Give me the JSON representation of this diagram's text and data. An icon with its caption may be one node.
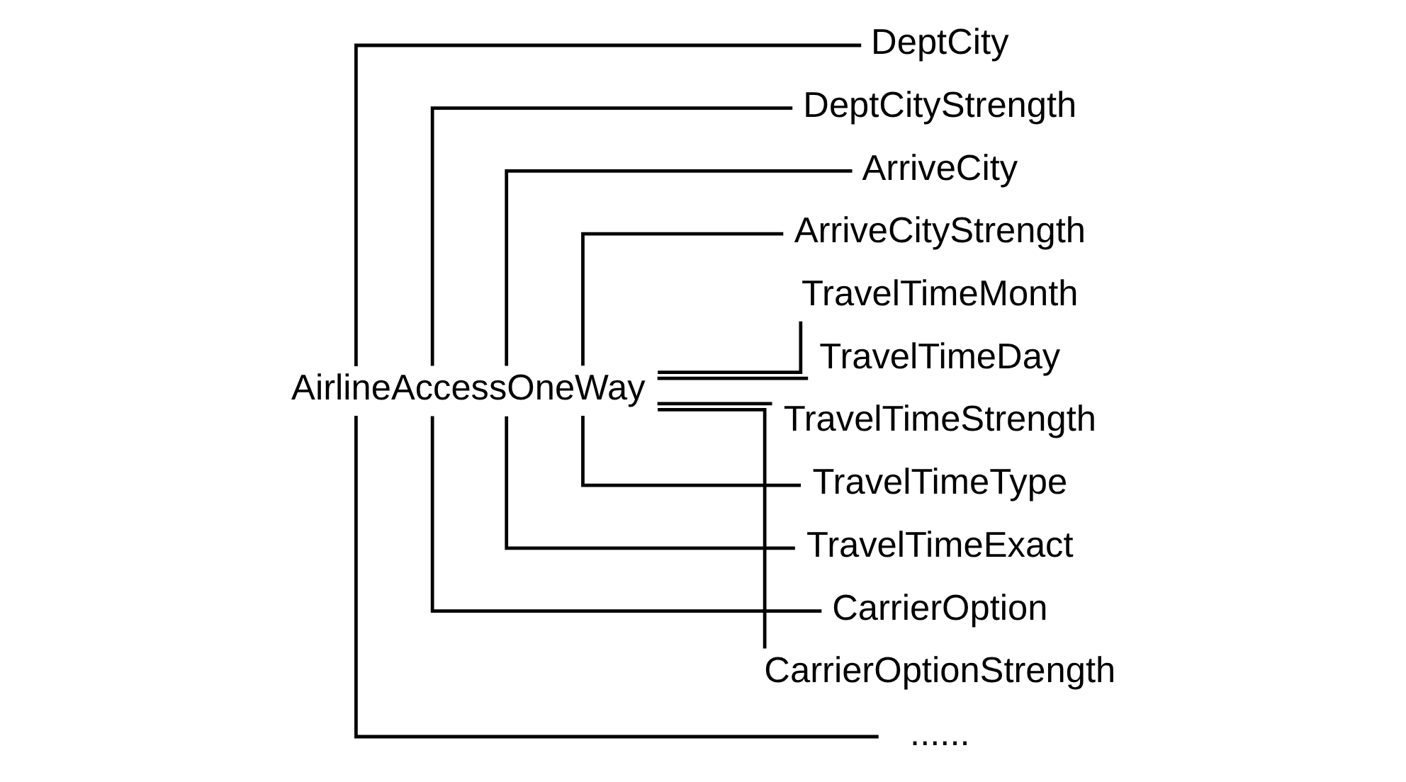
{
  "diagram": {
    "nodes": [
      {
        "text": [
          "AirlineAccessOneWay"
        ]
      },
      {
        "text": [
          "DeptCity"
        ]
      },
      {
        "text": [
          "DeptCityStrength"
        ]
      },
      {
        "text": [
          "ArriveCity"
        ]
      },
      {
        "text": [
          "ArriveCityStrength"
        ]
      },
      {
        "text": [
          "TravelTimeMonth"
        ]
      },
      {
        "text": [
          "TravelTimeDay"
        ]
      },
      {
        "text": [
          "TravelTimeStrength"
        ]
      },
      {
        "text": [
          "TravelTimeType"
        ]
      },
      {
        "text": [
          "TravelTimeExact"
        ]
      },
      {
        "text": [
          "CarrierOption"
        ]
      },
      {
        "text": [
          "CarrierOptionStrength"
        ]
      },
      {
        "text": [
          "......"
        ]
      }
    ],
    "edges": [
      {
        "from": 0,
        "to": 1,
        "arrow": "none"
      },
      {
        "from": 0,
        "to": 2,
        "arrow": "none"
      },
      {
        "from": 0,
        "to": 3,
        "arrow": "none"
      },
      {
        "from": 0,
        "to": 4,
        "arrow": "none"
      },
      {
        "from": 0,
        "to": 5,
        "arrow": "none"
      },
      {
        "from": 0,
        "to": 6,
        "arrow": "none"
      },
      {
        "from": 0,
        "to": 7,
        "arrow": "none"
      },
      {
        "from": 0,
        "to": 8,
        "arrow": "none"
      },
      {
        "from": 0,
        "to": 9,
        "arrow": "none"
      },
      {
        "from": 0,
        "to": 10,
        "arrow": "none"
      },
      {
        "from": 0,
        "to": 11,
        "arrow": "none"
      },
      {
        "from": 0,
        "to": 12,
        "arrow": "none"
      }
    ]
  }
}
